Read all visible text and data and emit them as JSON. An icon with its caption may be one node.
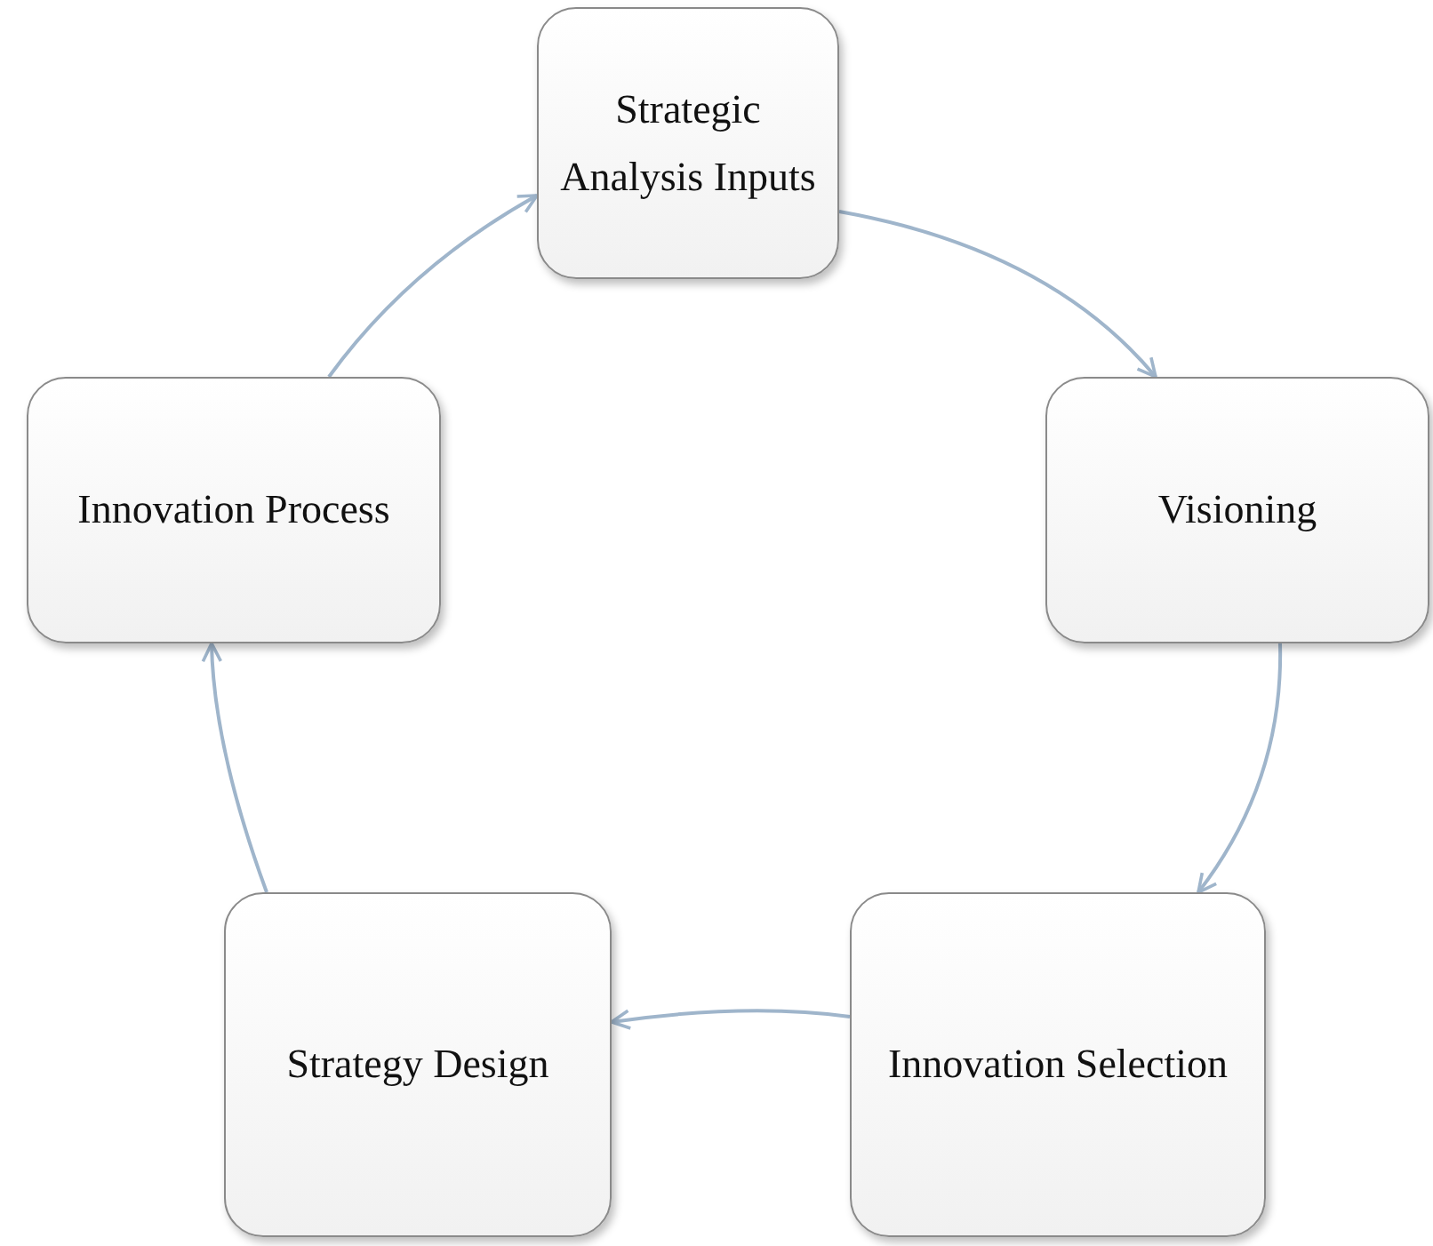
{
  "diagram": {
    "nodes": [
      {
        "text": [
          "Strategic Analysis Inputs"
        ]
      },
      {
        "text": [
          "Visioning"
        ]
      },
      {
        "text": [
          "Innovation Selection"
        ]
      },
      {
        "text": [
          "Strategy Design"
        ]
      },
      {
        "text": [
          "Innovation Process"
        ]
      }
    ],
    "edges": [
      {
        "from": 0,
        "to": 1,
        "arrow": "to"
      },
      {
        "from": 1,
        "to": 2,
        "arrow": "to"
      },
      {
        "from": 2,
        "to": 3,
        "arrow": "to"
      },
      {
        "from": 3,
        "to": 4,
        "arrow": "to"
      },
      {
        "from": 4,
        "to": 0,
        "arrow": "to"
      }
    ]
  }
}
